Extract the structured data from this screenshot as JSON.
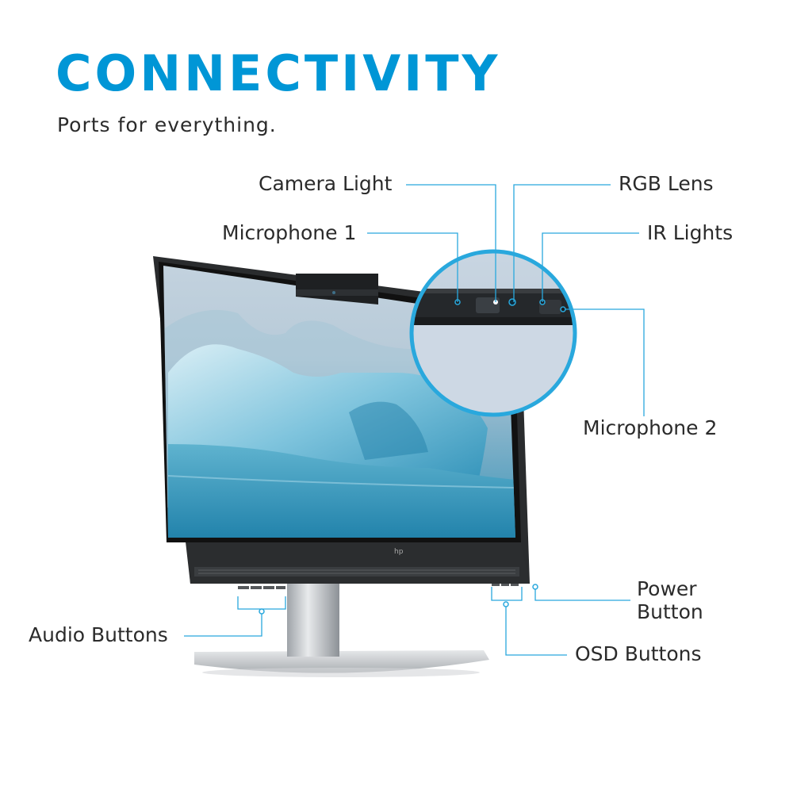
{
  "header": {
    "title": "CONNECTIVITY",
    "subtitle": "Ports for everything."
  },
  "callouts": {
    "camera_light": "Camera Light",
    "rgb_lens": "RGB Lens",
    "microphone_1": "Microphone 1",
    "ir_lights": "IR Lights",
    "microphone_2": "Microphone 2",
    "power_button_line1": "Power",
    "power_button_line2": "Button",
    "audio_buttons": "Audio Buttons",
    "osd_buttons": "OSD Buttons"
  },
  "colors": {
    "accent": "#0096d6",
    "text": "#2b2b2b",
    "leader_line": "#29a8dd"
  },
  "logo": {
    "text": "hp"
  }
}
